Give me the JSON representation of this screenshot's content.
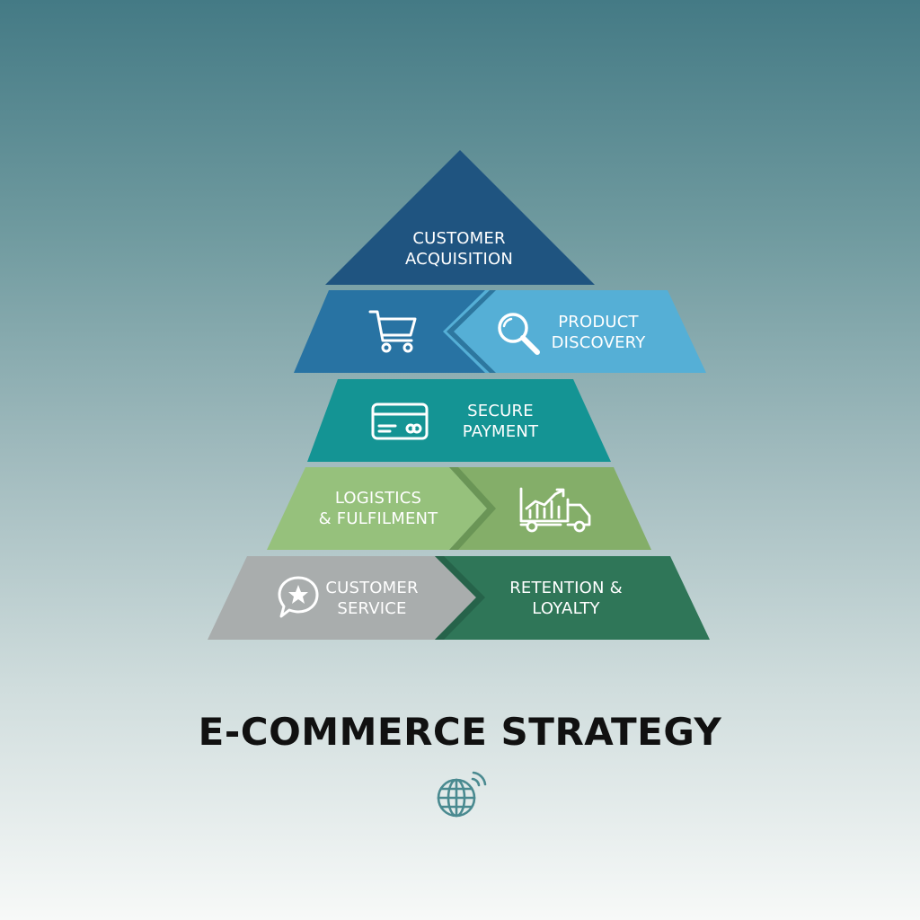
{
  "colors": {
    "tier1": "#1f5480",
    "tier2_left": "#2873a3",
    "tier2_right": "#55afd6",
    "tier3": "#149494",
    "tier4_left": "#96c17c",
    "tier4_right": "#84ae69",
    "tier5_left": "#a9adad",
    "tier5_right": "#2f7658",
    "title": "#111111",
    "globe": "#4a8a90"
  },
  "pyramid": {
    "customer_acquisition": {
      "line1": "CUSTOMER",
      "line2": "ACQUISITION"
    },
    "product_discovery": {
      "line1": "PRODUCT",
      "line2": "DISCOVERY",
      "icon": "magnifier-icon",
      "left_icon": "shopping-cart-icon"
    },
    "secure_payment": {
      "line1": "SECURE",
      "line2": "PAYMENT",
      "icon": "credit-card-icon"
    },
    "logistics": {
      "line1": "LOGISTICS",
      "line2": "& FULFILMENT",
      "icon": "delivery-truck-chart-icon"
    },
    "customer_service": {
      "line1": "CUSTOMER",
      "line2": "SERVICE",
      "icon": "star-chat-bubble-icon"
    },
    "retention": {
      "line1": "RETENTION &",
      "line2": "LOYALTY"
    }
  },
  "title": "E-COMMERCE STRATEGY",
  "footer_icon": "globe-wifi-icon"
}
